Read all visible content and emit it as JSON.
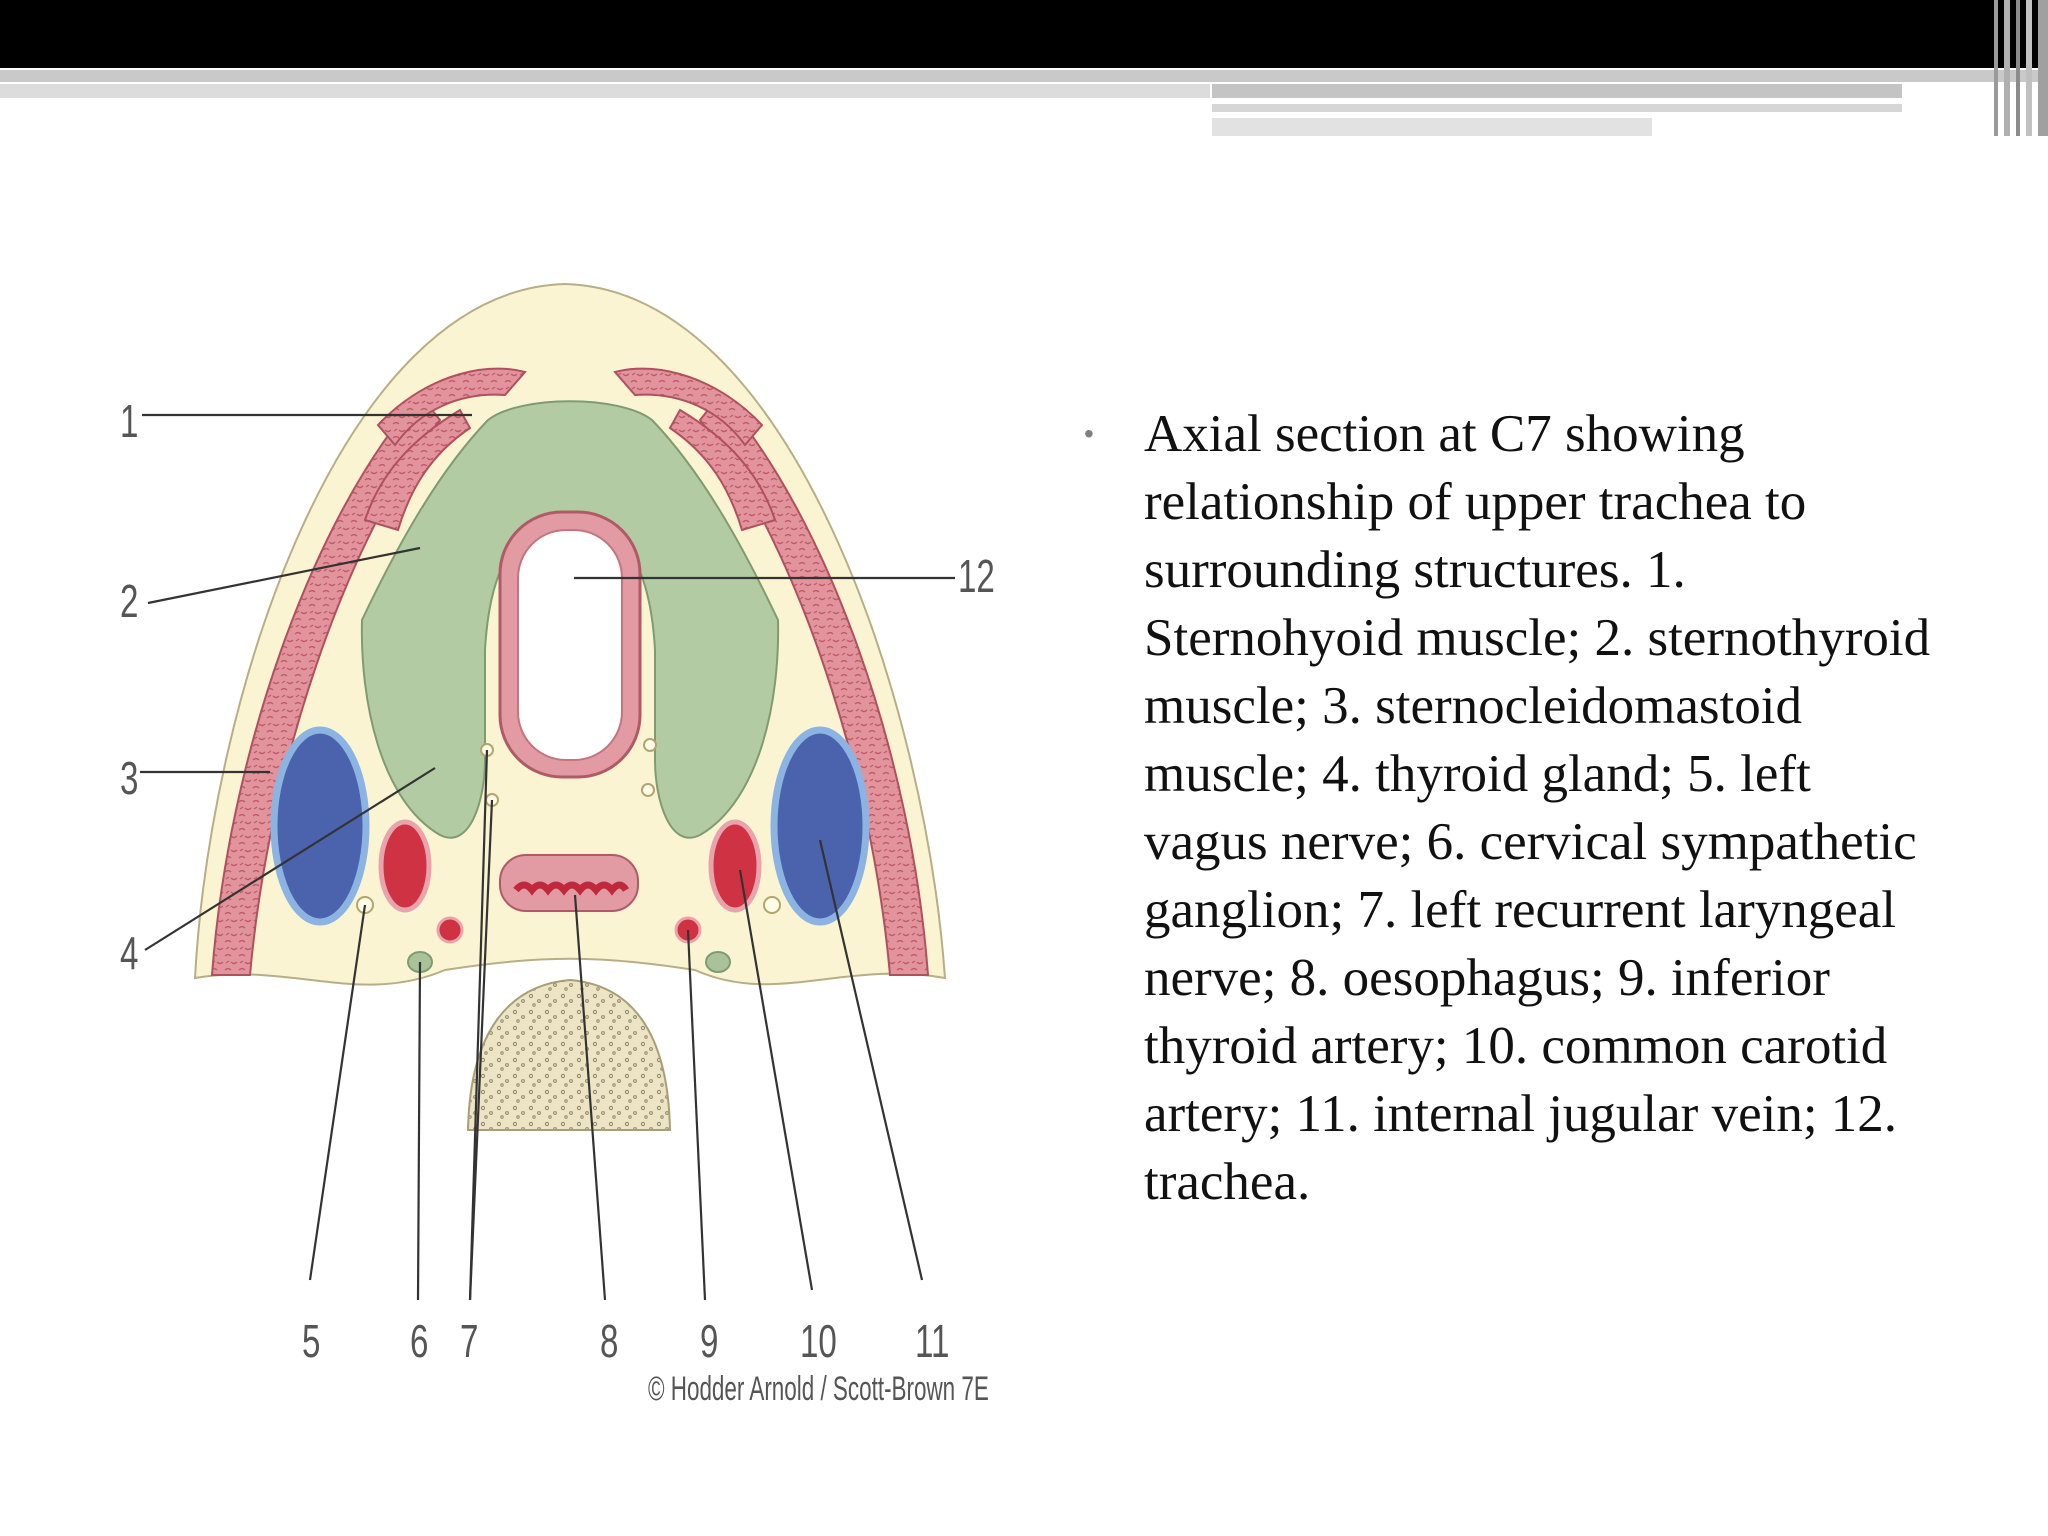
{
  "figure": {
    "labels": [
      "1",
      "2",
      "3",
      "4",
      "5",
      "6",
      "7",
      "8",
      "9",
      "10",
      "11",
      "12"
    ],
    "copyright": "© Hodder Arnold / Scott-Brown 7E"
  },
  "content": {
    "bullet": "•",
    "caption": "Axial section at C7 showing relationship of upper trachea to surrounding structures. 1. Sternohyoid muscle; 2. sternothyroid muscle; 3. sternocleidomastoid muscle; 4. thyroid gland; 5. left vagus nerve; 6. cervical sympathetic ganglion; 7. left recurrent laryngeal nerve; 8. oesophagus; 9. inferior thyroid artery; 10. common carotid artery; 11. internal jugular vein; 12. trachea."
  },
  "colors": {
    "background": "#ffffff",
    "top_bar": "#000000",
    "fat": "#fbf4d3",
    "muscle": "#e2949c",
    "thyroid": "#b3cba2",
    "vein": "#4b62ad",
    "artery": "#cf3343",
    "trachea_ring": "#e29aa3",
    "vertebra": "#ece4c4"
  }
}
